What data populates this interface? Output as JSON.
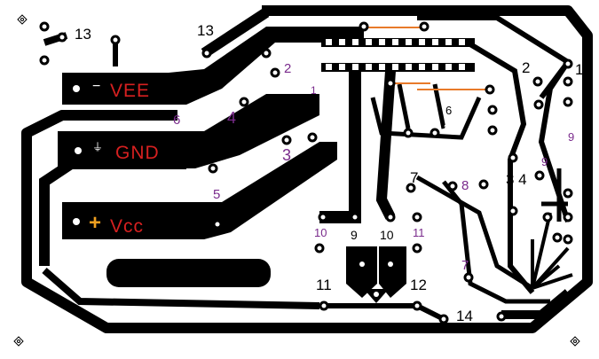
{
  "labels": {
    "l13a": "13",
    "l13b": "13",
    "l2": "2",
    "l1": "1",
    "l5": "5",
    "l6": "6",
    "l8": "8",
    "l6b": "6",
    "l4": "4",
    "l3": "3",
    "l5b": "5",
    "l7": "7",
    "l8b": "8",
    "l9": "9",
    "l10": "10",
    "l10b": "10",
    "l11": "11",
    "l11b": "11",
    "l12": "12",
    "l14": "14",
    "l7b": "7",
    "r2": "2",
    "r1": "1",
    "r9a": "9",
    "r9b": "9",
    "r34": "3 4"
  },
  "terminals": {
    "vee_sign": "−",
    "vee_text": "VEE",
    "gnd_text": "GND",
    "vcc_sign": "+",
    "vcc_text": "Vcc"
  },
  "colors": {
    "copper": "#000000",
    "board": "#ffffff",
    "jumper": "#e87a2a",
    "power_text": "#d62020",
    "pin_number": "#7a2b8c",
    "vcc_sign": "#f0a020"
  }
}
